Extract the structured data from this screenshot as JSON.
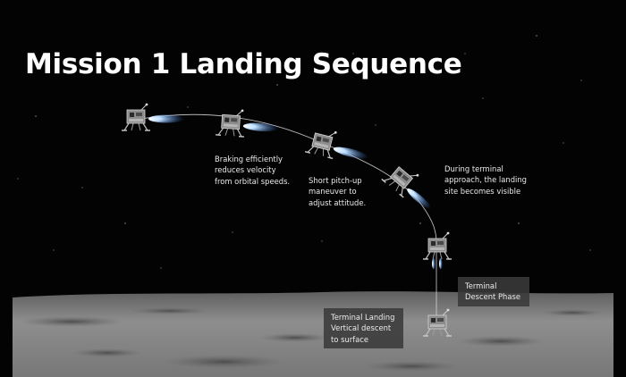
{
  "title": "Mission 1 Landing Sequence",
  "captions": {
    "braking": [
      "Braking efficiently",
      "reduces velocity",
      "from orbital speeds."
    ],
    "pitch_up": [
      "Short pitch-up",
      "maneuver to",
      "adjust attitude."
    ],
    "terminal_approach": [
      "During terminal",
      "approach, the landing",
      "site becomes visible"
    ],
    "terminal_descent": [
      "Terminal",
      "Descent Phase"
    ],
    "terminal_landing": [
      "Terminal Landing",
      "Vertical descent",
      "to surface"
    ]
  },
  "colors": {
    "background": "#030303",
    "trajectory": "#d8d8d8",
    "plume": "#7fb4ff",
    "label_box": "#3a3a3a",
    "moon_surface": "#8a8a8a"
  },
  "icons": [
    "lander-icon",
    "engine-plume-icon"
  ]
}
